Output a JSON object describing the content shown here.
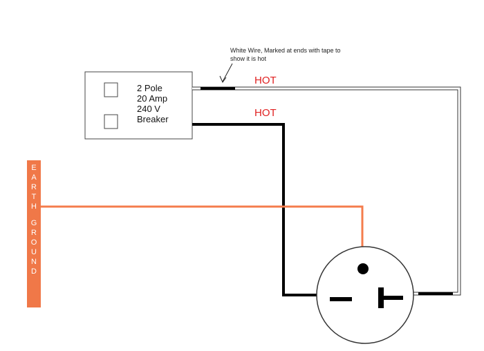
{
  "annotation": {
    "line1": "White Wire, Marked at ends with tape to",
    "line2": "show it is hot"
  },
  "breaker": {
    "line1": "2 Pole",
    "line2": "20 Amp",
    "line3": "240 V",
    "line4": "Breaker"
  },
  "hot_labels": {
    "top": "HOT",
    "lower": "HOT"
  },
  "earth_ground": {
    "letters": [
      "E",
      "A",
      "R",
      "T",
      "H",
      "G",
      "R",
      "O",
      "U",
      "N",
      "D"
    ]
  },
  "colors": {
    "hot_label": "#e02020",
    "ground_wire": "#f47c4c",
    "ground_bar": "#f07848",
    "black_wire": "#000000",
    "white_wire": "#ffffff"
  }
}
